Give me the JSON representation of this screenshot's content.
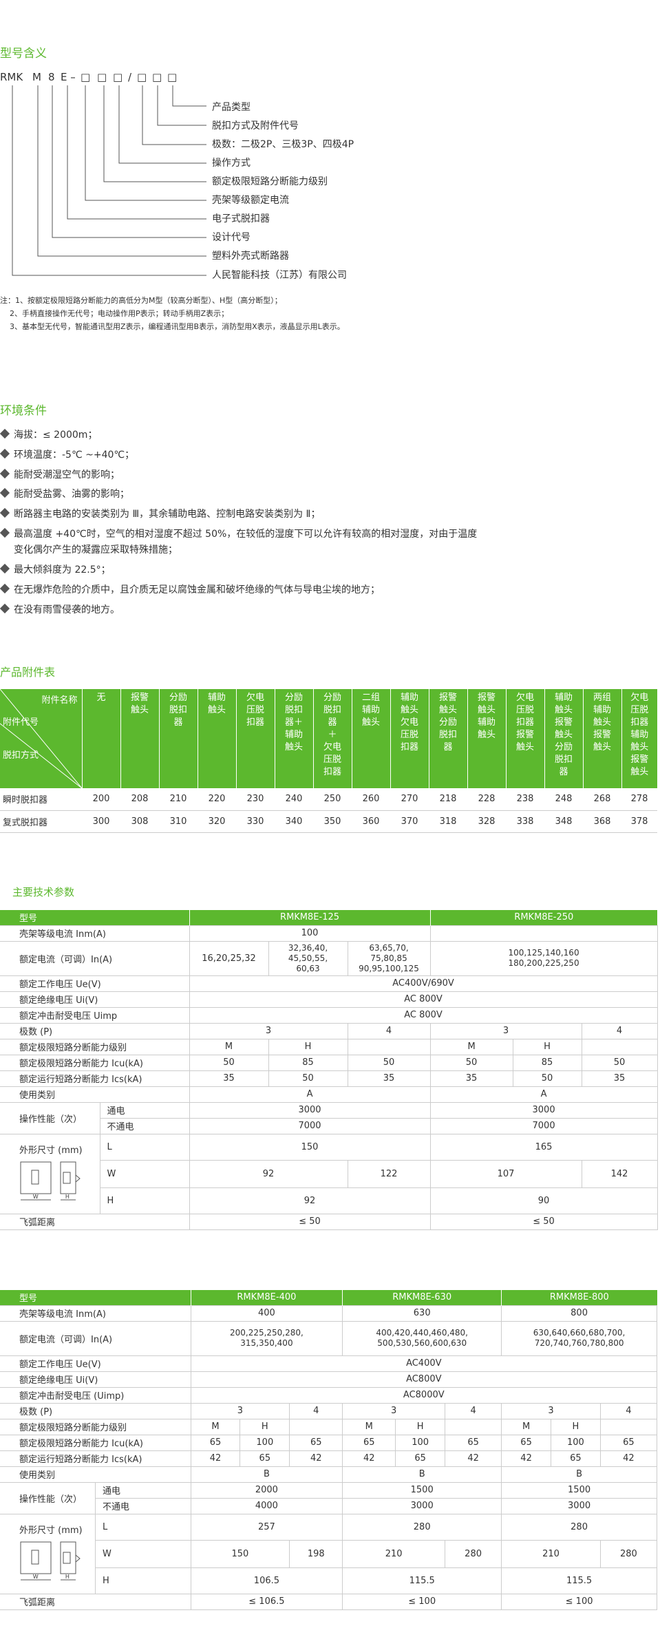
{
  "model": {
    "title": "型号含义",
    "code_parts": [
      "RMK",
      "M",
      "8",
      "E –",
      "□",
      "□",
      "□",
      "/",
      "□",
      "□",
      "□"
    ],
    "labels": [
      "产品类型",
      "脱扣方式及附件代号",
      "极数：二极2P、三极3P、四极4P",
      "操作方式",
      "额定极限短路分断能力级别",
      "壳架等级额定电流",
      "电子式脱扣器",
      "设计代号",
      "塑料外壳式断路器",
      "人民智能科技（江苏）有限公司"
    ],
    "notes": [
      "注：1、按额定极限短路分断能力的高低分为M型（较高分断型）、H型（高分断型）；",
      "2、手柄直接操作无代号；电动操作用P表示；转动手柄用Z表示；",
      "3、基本型无代号，智能通讯型用Z表示，编程通讯型用B表示，消防型用X表示，液晶显示用L表示。"
    ]
  },
  "environment": {
    "title": "环境条件",
    "items": [
      "海拔：≤ 2000m；",
      "环境温度：-5℃ ~+40℃；",
      "能耐受潮湿空气的影响；",
      "能耐受盐雾、油雾的影响；",
      "断路器主电路的安装类别为 Ⅲ，其余辅助电路、控制电路安装类别为 Ⅱ；",
      "最高温度 +40℃时，空气的相对湿度不超过 50%，在较低的湿度下可以允许有较高的相对湿度，对由于温度",
      "最大倾斜度为 22.5°；",
      "在无爆炸危险的介质中，且介质无足以腐蚀金属和破坏绝缘的气体与导电尘埃的地方；",
      "在没有雨雪侵袭的地方。"
    ],
    "continuation": "变化偶尔产生的凝露应采取特殊措施；"
  },
  "accessories": {
    "title": "产品附件表",
    "corner": [
      "附件名称",
      "附件代号",
      "脱扣方式"
    ],
    "columns": [
      "无",
      "报警\n触头",
      "分励\n脱扣\n器",
      "辅助\n触头",
      "欠电\n压脱\n扣器",
      "分励\n脱扣\n器＋\n辅助\n触头",
      "分励\n脱扣\n器\n＋\n欠电\n压脱\n扣器",
      "二组\n辅助\n触头",
      "辅助\n触头\n欠电\n压脱\n扣器",
      "报警\n触头\n分励\n脱扣\n器",
      "报警\n触头\n辅助\n触头",
      "欠电\n压脱\n扣器\n报警\n触头",
      "辅助\n触头\n报警\n触头\n分励\n脱扣\n器",
      "两组\n辅助\n触头\n报警\n触头",
      "欠电\n压脱\n扣器\n辅助\n触头\n报警\n触头"
    ],
    "rows": [
      {
        "label": "瞬时脱扣器",
        "values": [
          "200",
          "208",
          "210",
          "220",
          "230",
          "240",
          "250",
          "260",
          "270",
          "218",
          "228",
          "238",
          "248",
          "268",
          "278"
        ]
      },
      {
        "label": "复式脱扣器",
        "values": [
          "300",
          "308",
          "310",
          "320",
          "330",
          "340",
          "350",
          "360",
          "370",
          "318",
          "328",
          "338",
          "348",
          "368",
          "378"
        ]
      }
    ]
  },
  "specs1": {
    "title": "主要技术参数",
    "header": {
      "label": "型号",
      "m1": "RMKM8E-125",
      "m2": "RMKM8E-250"
    },
    "frame_current": {
      "label": "壳架等级电流 Inm(A)",
      "m1": "100",
      "m2": ""
    },
    "rated_current": {
      "label": "额定电流（可调）In(A)",
      "a": "16,20,25,32",
      "b": "32,36,40,\n45,50,55,\n60,63",
      "c": "63,65,70,\n75,80,85\n90,95,100,125",
      "m2": "100,125,140,160\n180,200,225,250"
    },
    "ue": {
      "label": "额定工作电压 Ue(V)",
      "value": "AC400V/690V"
    },
    "ui": {
      "label": "额定绝缘电压 Ui(V)",
      "value": "AC 800V"
    },
    "uimp": {
      "label": "额定冲击耐受电压 Uimp",
      "value": "AC 800V"
    },
    "poles": {
      "label": "极数 (P)",
      "v": [
        "3",
        "4",
        "3",
        "4"
      ]
    },
    "level": {
      "label": "额定极限短路分断能力级别",
      "v": [
        "M",
        "H",
        "M",
        "H"
      ]
    },
    "icu": {
      "label": "额定极限短路分断能力 Icu(kA)",
      "v": [
        "50",
        "85",
        "50",
        "50",
        "85",
        "50"
      ]
    },
    "ics": {
      "label": "额定运行短路分断能力 Ics(kA)",
      "v": [
        "35",
        "50",
        "35",
        "35",
        "50",
        "35"
      ]
    },
    "category": {
      "label": "使用类别",
      "v": [
        "A",
        "A"
      ]
    },
    "operation": {
      "label": "操作性能（次）",
      "on": "通电",
      "off": "不通电",
      "on_v": [
        "3000",
        "3000"
      ],
      "off_v": [
        "7000",
        "7000"
      ]
    },
    "dims": {
      "label": "外形尺寸 (mm)",
      "L": "L",
      "W": "W",
      "H": "H",
      "L_v": [
        "150",
        "165"
      ],
      "W_v": [
        "92",
        "122",
        "107",
        "142"
      ],
      "H_v": [
        "92",
        "90"
      ]
    },
    "arc": {
      "label": "飞弧距离",
      "v": [
        "≤ 50",
        "≤ 50"
      ]
    }
  },
  "specs2": {
    "header": {
      "label": "型号",
      "m1": "RMKM8E-400",
      "m2": "RMKM8E-630",
      "m3": "RMKM8E-800"
    },
    "frame_current": {
      "label": "壳架等级电流 Inm(A)",
      "v": [
        "400",
        "630",
        "800"
      ]
    },
    "rated_current": {
      "label": "额定电流（可调）In(A)",
      "v": [
        "200,225,250,280,\n315,350,400",
        "400,420,440,460,480,\n500,530,560,600,630",
        "630,640,660,680,700,\n720,740,760,780,800"
      ]
    },
    "ue": {
      "label": "额定工作电压 Ue(V)",
      "value": "AC400V"
    },
    "ui": {
      "label": "额定绝缘电压 Ui(V)",
      "value": "AC800V"
    },
    "uimp": {
      "label": "额定冲击耐受电压 (Uimp)",
      "value": "AC8000V"
    },
    "poles": {
      "label": "极数 (P)",
      "v": [
        "3",
        "4",
        "3",
        "4",
        "3",
        "4"
      ]
    },
    "level": {
      "label": "额定极限短路分断能力级别",
      "v": [
        "M",
        "H",
        "M",
        "H",
        "M",
        "H"
      ]
    },
    "icu": {
      "label": "额定极限短路分断能力 Icu(kA)",
      "v": [
        "65",
        "100",
        "65",
        "65",
        "100",
        "65",
        "65",
        "100",
        "65"
      ]
    },
    "ics": {
      "label": "额定运行短路分断能力 Ics(kA)",
      "v": [
        "42",
        "65",
        "42",
        "42",
        "65",
        "42",
        "42",
        "65",
        "42"
      ]
    },
    "category": {
      "label": "使用类别",
      "v": [
        "B",
        "B",
        "B"
      ]
    },
    "operation": {
      "label": "操作性能（次）",
      "on": "通电",
      "off": "不通电",
      "on_v": [
        "2000",
        "1500",
        "1500"
      ],
      "off_v": [
        "4000",
        "3000",
        "3000"
      ]
    },
    "dims": {
      "label": "外形尺寸 (mm)",
      "L": "L",
      "W": "W",
      "H": "H",
      "L_v": [
        "257",
        "280",
        "280"
      ],
      "W_v": [
        "150",
        "198",
        "210",
        "280",
        "210",
        "280"
      ],
      "H_v": [
        "106.5",
        "115.5",
        "115.5"
      ]
    },
    "arc": {
      "label": "飞弧距离",
      "v": [
        "≤ 106.5",
        "≤ 100",
        "≤ 100"
      ]
    }
  },
  "colors": {
    "accent": "#5cb82e",
    "text": "#333333",
    "border": "#cccccc"
  }
}
